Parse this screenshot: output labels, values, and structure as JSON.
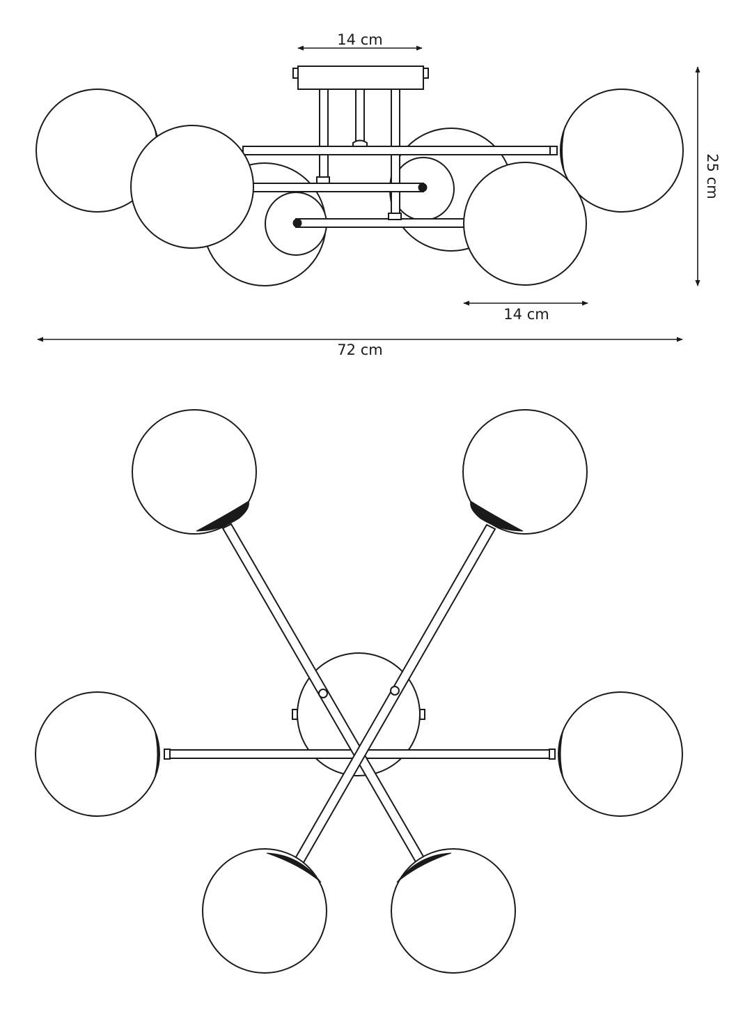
{
  "dimensions": {
    "top_width": "14 cm",
    "globe_width": "14 cm",
    "total_width": "72 cm",
    "height": "25 cm"
  }
}
